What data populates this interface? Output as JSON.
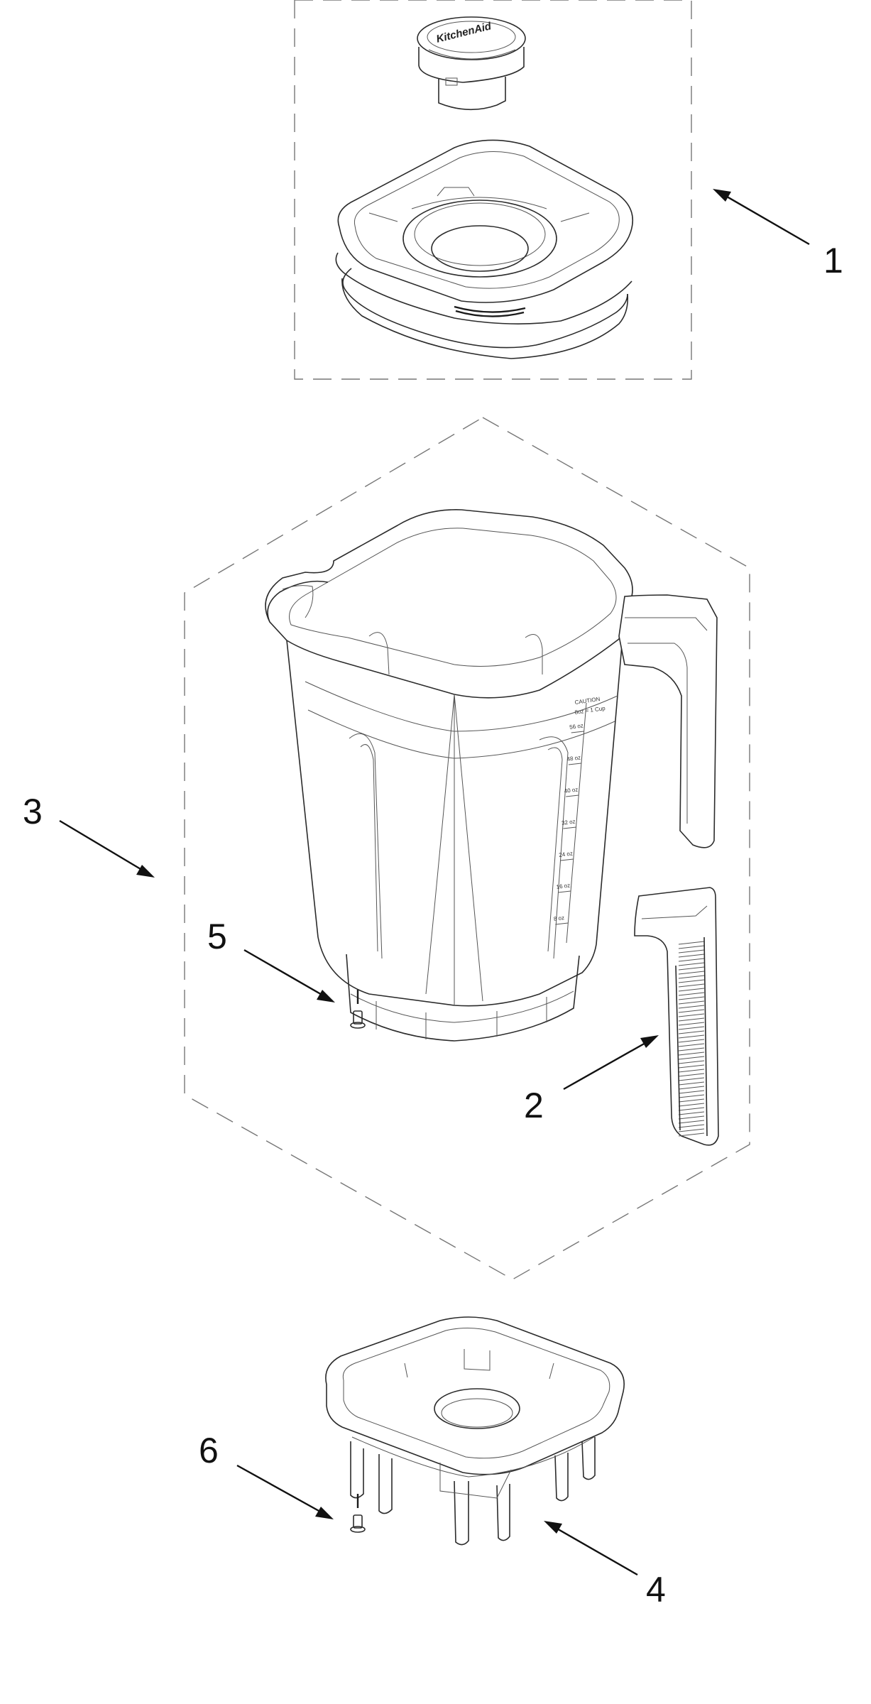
{
  "callouts": {
    "c1": "1",
    "c2": "2",
    "c3": "3",
    "c4": "4",
    "c5": "5",
    "c6": "6"
  },
  "jar": {
    "measure_header_1": "CAUTION",
    "measure_header_2": "8oz = 1 Cup",
    "marks": [
      "56 oz",
      "48 oz",
      "40 oz",
      "32 oz",
      "24 oz",
      "16 oz",
      "8 oz"
    ]
  },
  "lid": {
    "brand_logo": "KitchenAid"
  },
  "colors": {
    "line": "#2b2b2b",
    "background": "#ffffff"
  }
}
